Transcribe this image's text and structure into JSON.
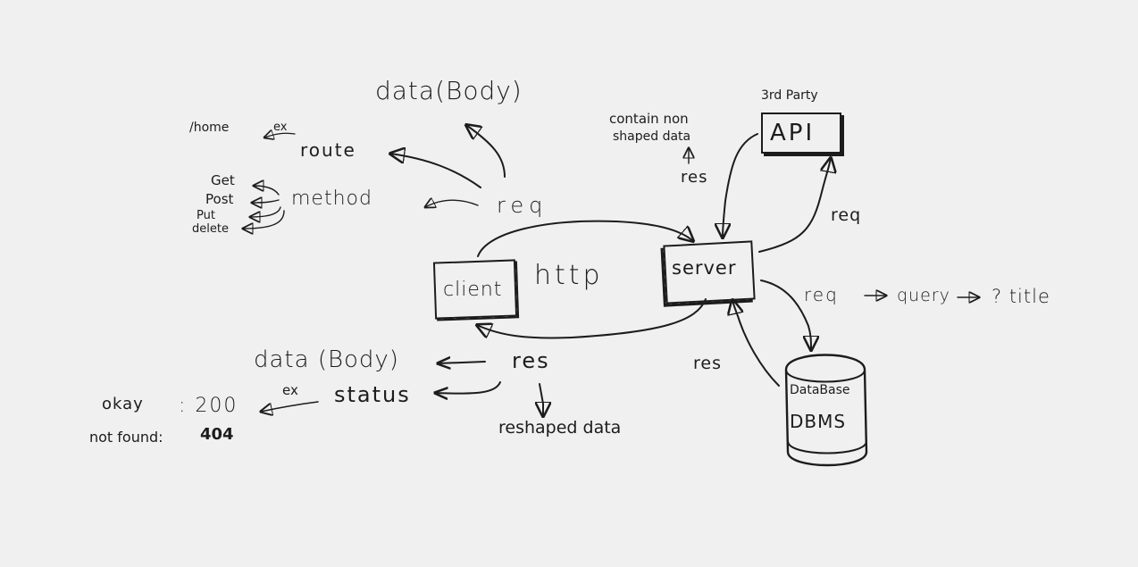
{
  "labels": {
    "data_body_top": "data(Body)",
    "route": "route",
    "home": "/home",
    "ex_top": "ex",
    "method": "method",
    "get": "Get",
    "post": "Post",
    "put": "Put",
    "delete": "delete",
    "req_client": "req",
    "http": "http",
    "client": "client",
    "server": "server",
    "third_party": "3rd Party",
    "api": "API",
    "contain_line1": "contain non",
    "contain_line2": "shaped data",
    "res_api": "res",
    "req_api": "req",
    "req_query": "req",
    "query": "query",
    "title_query": "? title",
    "res_db": "res",
    "database": "DataBase",
    "dbms": "DBMS",
    "data_body_bottom": "data (Body)",
    "res_client": "res",
    "status": "status",
    "ex_bottom": "ex",
    "okay": "okay",
    "code_200": ": 200",
    "not_found": "not found:",
    "code_404": "404",
    "reshaped": "reshaped data"
  }
}
